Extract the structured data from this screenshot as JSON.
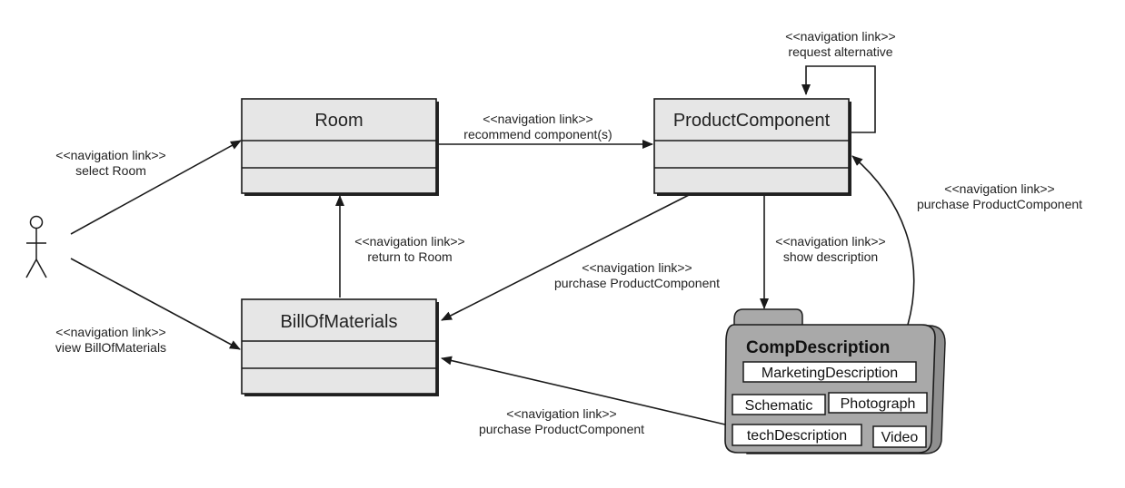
{
  "classes": {
    "room": "Room",
    "product_component": "ProductComponent",
    "bill_of_materials": "BillOfMaterials"
  },
  "package": {
    "name": "CompDescription",
    "items": {
      "marketing": "MarketingDescription",
      "schematic": "Schematic",
      "photograph": "Photograph",
      "tech": "techDescription",
      "video": "Video"
    }
  },
  "links": {
    "stereotype": "<<navigation link>>",
    "select_room": "select Room",
    "view_bom": "view BillOfMaterials",
    "recommend": "recommend component(s)",
    "return_room": "return to Room",
    "request_alt": "request alternative",
    "show_desc": "show description",
    "purchase": "purchase ProductComponent"
  },
  "colors": {
    "class_fill": "#e6e6e6",
    "package_fill": "#a9a9a9",
    "line": "#1a1a1a"
  }
}
